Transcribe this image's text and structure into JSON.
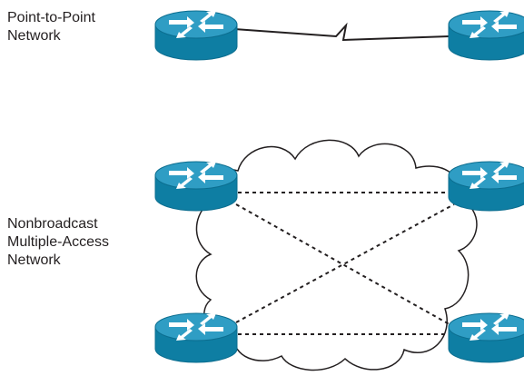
{
  "labels": {
    "point_to_point": [
      "Point-to-Point",
      "Network"
    ],
    "nbma": [
      "Nonbroadcast",
      "Multiple-Access",
      "Network"
    ]
  },
  "colors": {
    "router_body": "#0e7ea3",
    "router_top": "#2f9dc4",
    "router_rim": "#0b6d8f",
    "arrow": "#ffffff",
    "line": "#231f20"
  },
  "icons": {
    "router": "router-icon",
    "cloud": "cloud-icon"
  }
}
